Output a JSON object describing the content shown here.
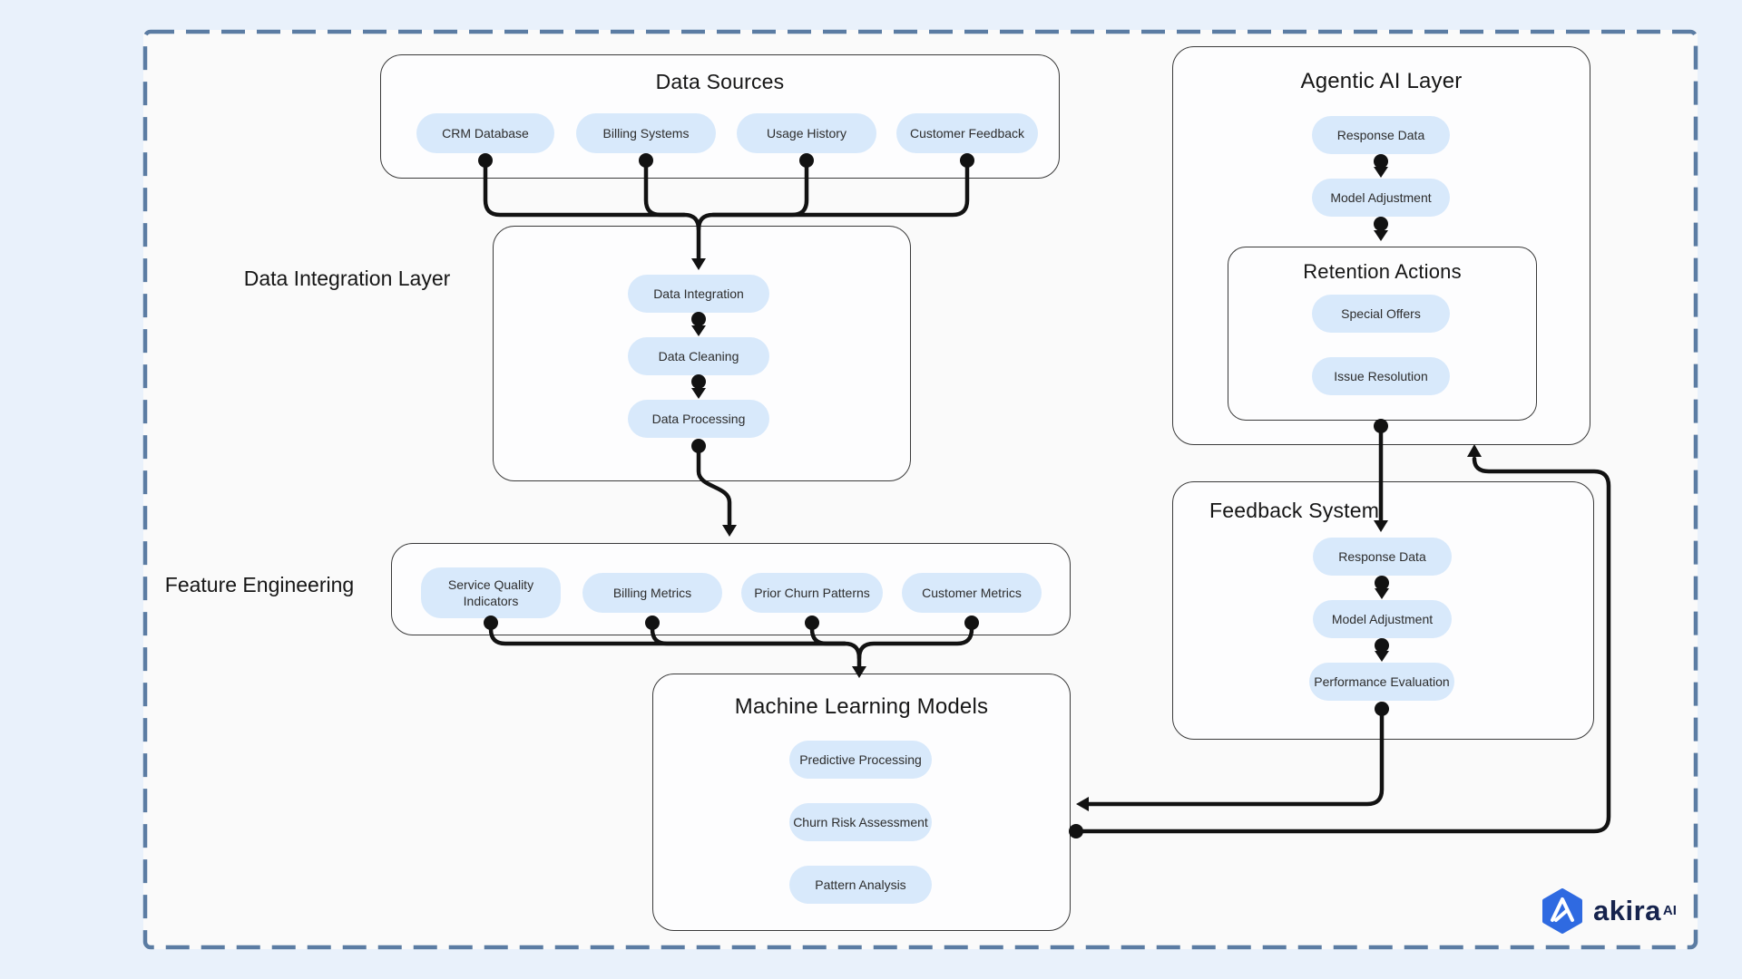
{
  "canvas": {
    "colors": {
      "outer_background": "#e9f1fb",
      "inner_background": "#fafafa",
      "dashed_border": "#5b7ca3",
      "pill_background": "#d8e9fb",
      "connector": "#121212",
      "box_border": "#3a3a3a",
      "logo_blue": "#2f6ae1",
      "logo_navy": "#16234d"
    }
  },
  "sections": {
    "data_sources": {
      "title": "Data Sources",
      "pills": [
        "CRM Database",
        "Billing Systems",
        "Usage History",
        "Customer Feedback"
      ]
    },
    "data_integration_layer": {
      "side_label": "Data Integration Layer",
      "pills": [
        "Data Integration",
        "Data Cleaning",
        "Data Processing"
      ]
    },
    "feature_engineering": {
      "side_label": "Feature Engineering",
      "pills": [
        "Service Quality Indicators",
        "Billing Metrics",
        "Prior Churn Patterns",
        "Customer Metrics"
      ]
    },
    "machine_learning_models": {
      "title": "Machine Learning Models",
      "pills": [
        "Predictive Processing",
        "Churn Risk Assessment",
        "Pattern Analysis"
      ]
    },
    "agentic_ai_layer": {
      "title": "Agentic AI Layer",
      "pills": [
        "Response Data",
        "Model Adjustment"
      ]
    },
    "retention_actions": {
      "title": "Retention Actions",
      "pills": [
        "Special Offers",
        "Issue Resolution"
      ]
    },
    "feedback_system": {
      "title": "Feedback System",
      "pills": [
        "Response Data",
        "Model Adjustment",
        "Performance Evaluation"
      ]
    }
  },
  "logo": {
    "brand": "akira",
    "suffix": "AI"
  }
}
